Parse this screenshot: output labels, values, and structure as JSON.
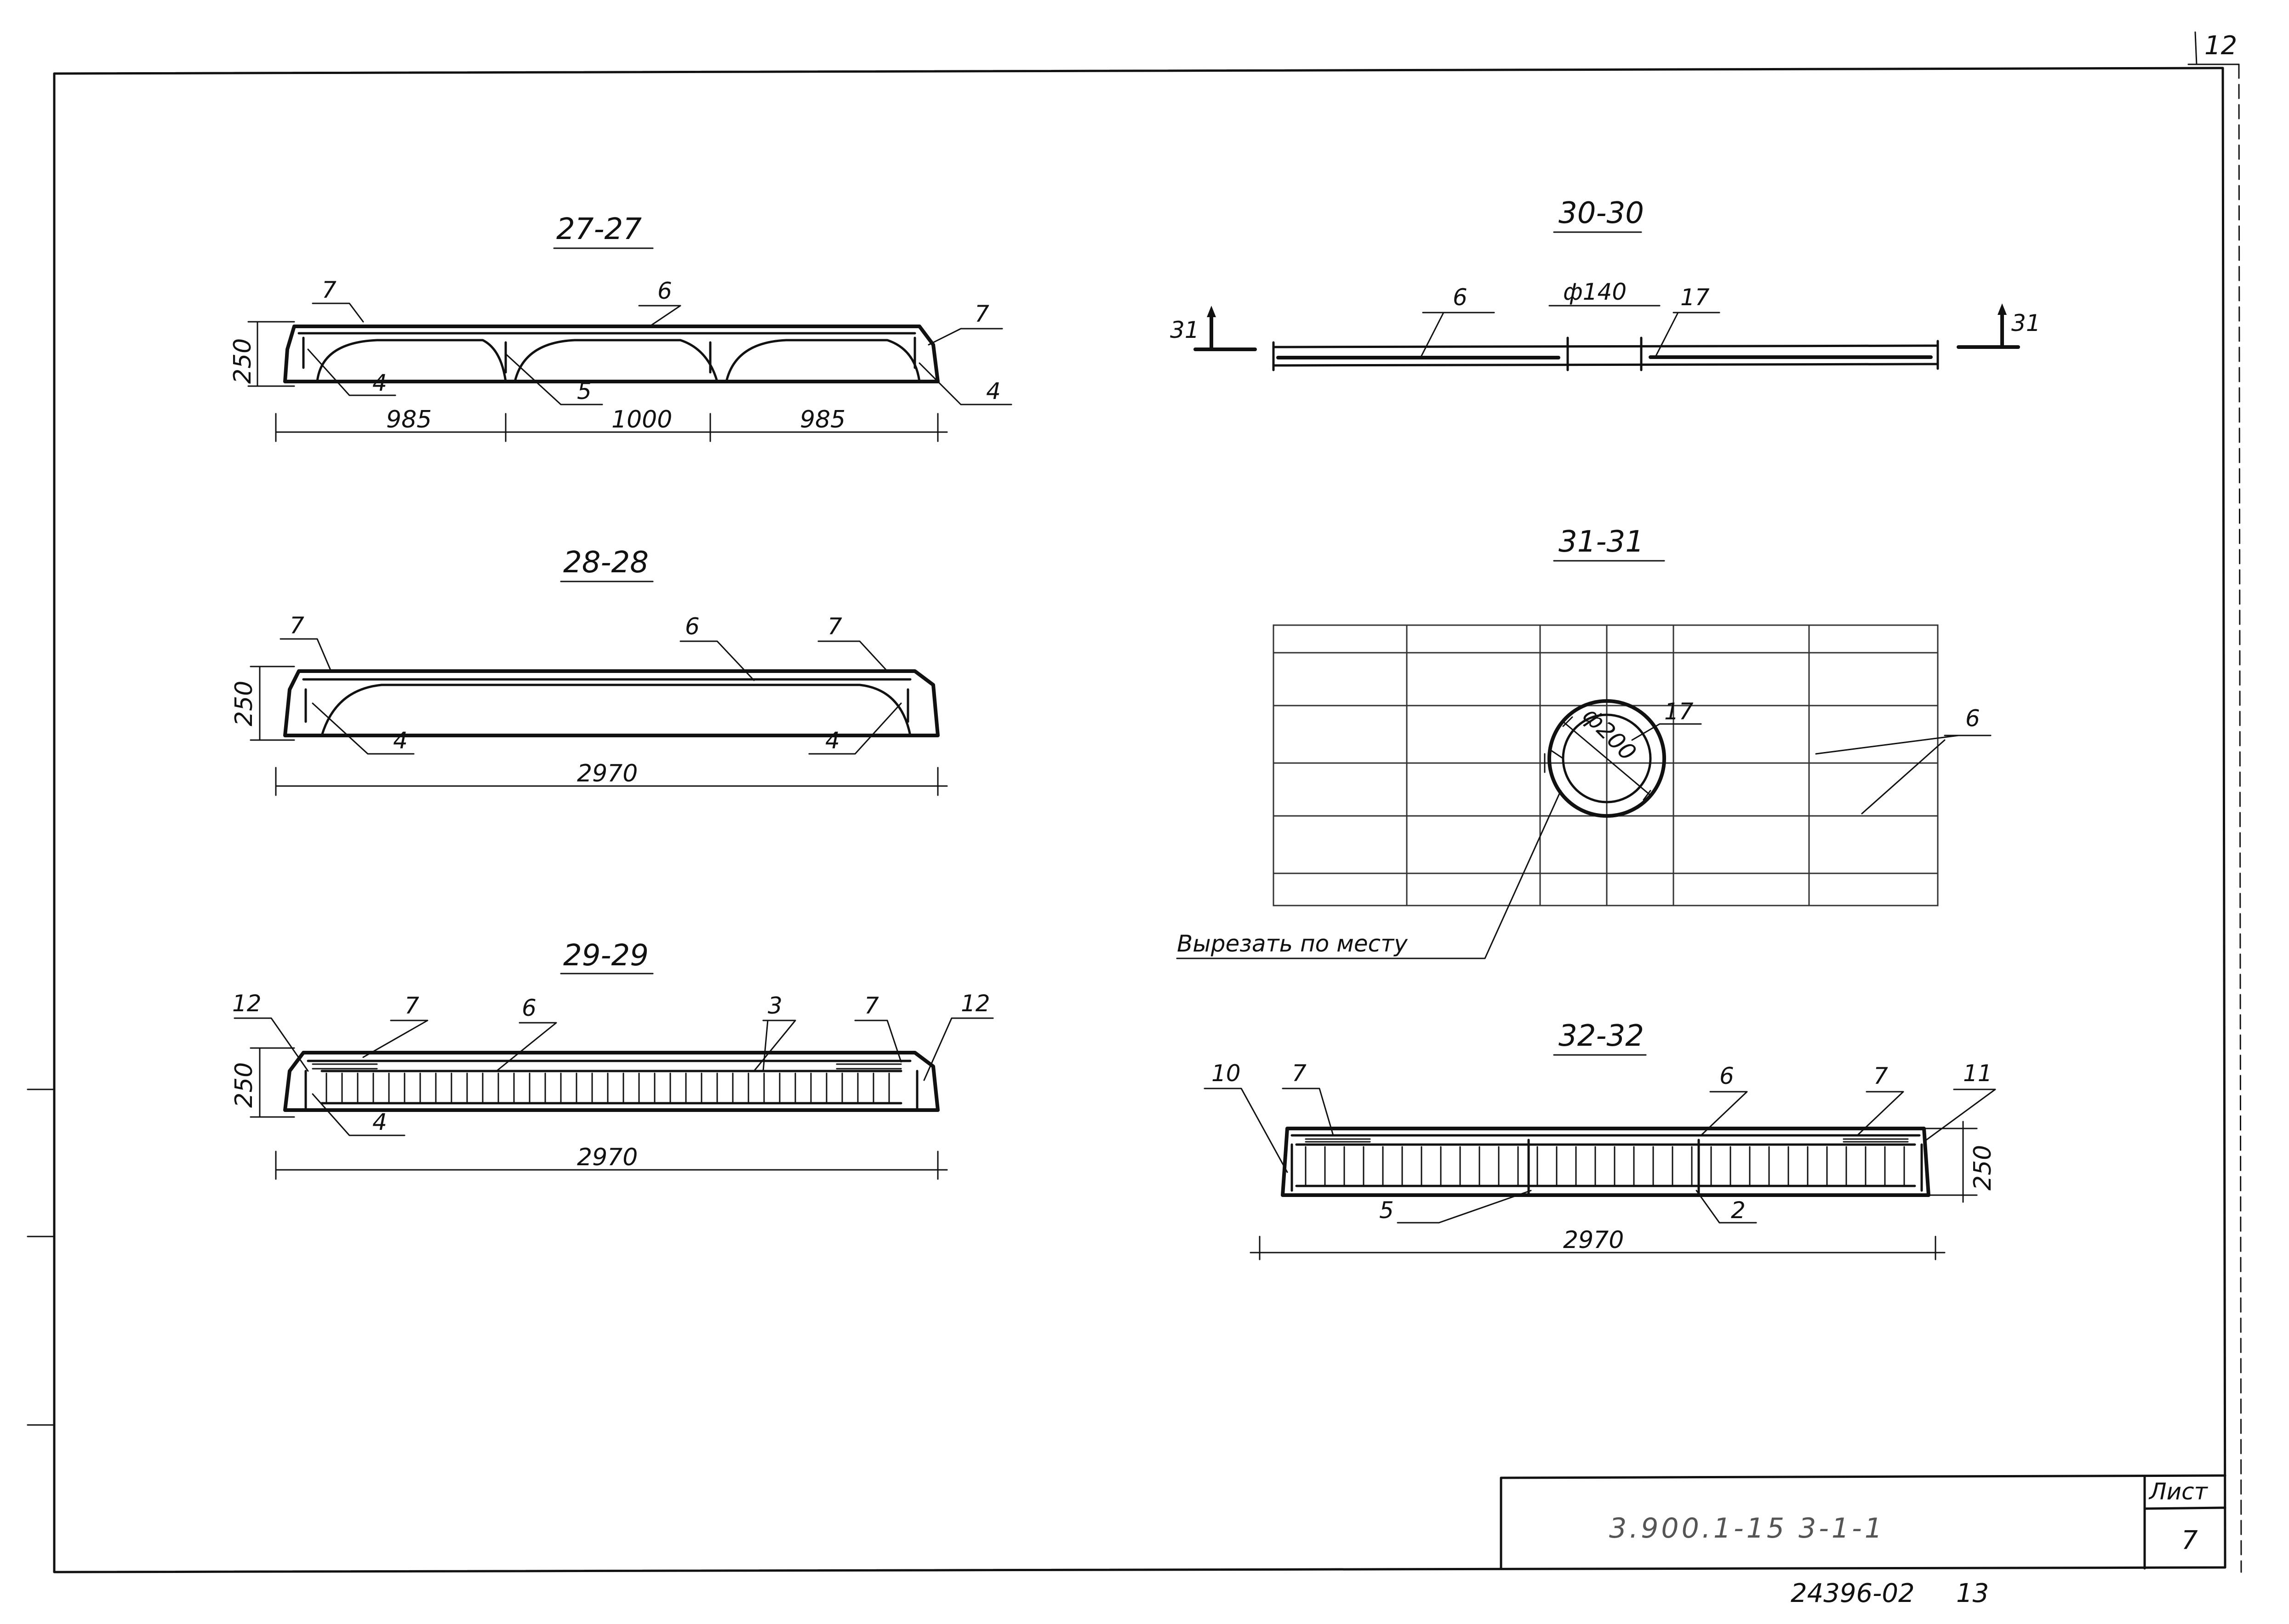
{
  "sheet": {
    "corner_number": "12",
    "doc_code": "3.900.1-15 3-1-1",
    "sheet_label": "Лист",
    "sheet_number": "7",
    "footer_code": "24396-02",
    "footer_number": "13"
  },
  "sections": {
    "s27": {
      "title": "27-27",
      "height": "250",
      "dims": [
        "985",
        "1000",
        "985"
      ],
      "labels": {
        "l7a": "7",
        "l6": "6",
        "l7b": "7",
        "l4a": "4",
        "l5": "5",
        "l4b": "4"
      }
    },
    "s28": {
      "title": "28-28",
      "height": "250",
      "dim": "2970",
      "labels": {
        "l7a": "7",
        "l6": "6",
        "l7b": "7",
        "l4a": "4",
        "l4b": "4"
      }
    },
    "s29": {
      "title": "29-29",
      "height": "250",
      "dim": "2970",
      "labels": {
        "l12a": "12",
        "l7a": "7",
        "l6": "6",
        "l3": "3",
        "l7b": "7",
        "l12b": "12",
        "l4": "4"
      }
    },
    "s30": {
      "title": "30-30",
      "cut_left": "31",
      "cut_right": "31",
      "hole": "ф140",
      "labels": {
        "l6": "6",
        "l17": "17"
      }
    },
    "s31": {
      "title": "31-31",
      "hole": "ф200",
      "note": "Вырезать по месту",
      "labels": {
        "l17": "17",
        "l6": "6"
      }
    },
    "s32": {
      "title": "32-32",
      "height": "250",
      "dim": "2970",
      "labels": {
        "l10": "10",
        "l7a": "7",
        "l6": "6",
        "l7b": "7",
        "l11": "11",
        "l5": "5",
        "l2": "2"
      }
    }
  }
}
